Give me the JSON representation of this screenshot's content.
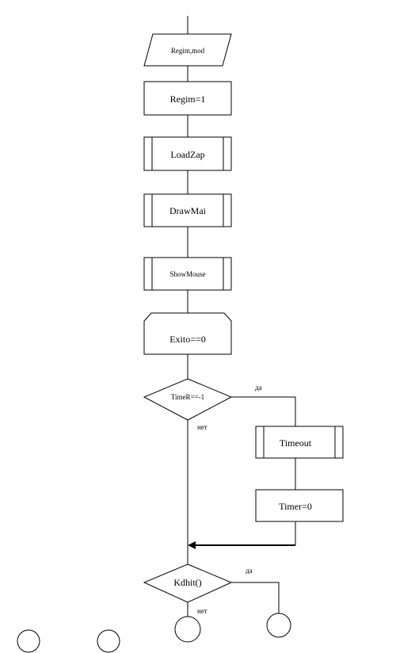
{
  "flowchart": {
    "input_label": "Regim,mod",
    "regim_assign": "Regim=1",
    "load_zap": "LoadZap",
    "draw_mai": "DrawMai",
    "show_mouse": "ShowMouse",
    "loop_start": "Exito==0",
    "decision_timer": "TimeR==-1",
    "decision_timer_yes": "да",
    "decision_timer_no": "нет",
    "timeout": "Timeout",
    "timer_reset": "Timer=0",
    "decision_kbhit": "Kdhit()",
    "decision_kbhit_yes": "да",
    "decision_kbhit_no": "нет"
  }
}
